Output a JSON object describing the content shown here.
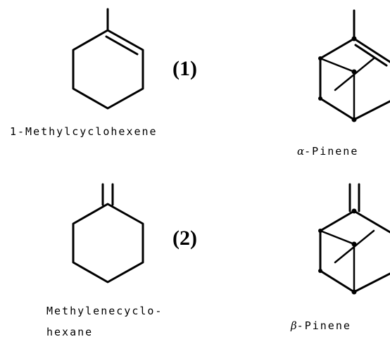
{
  "compounds": [
    {
      "name": "1-Methylcyclohexene",
      "tag": "(1)"
    },
    {
      "name": "Methylenecyclo-",
      "name_line2": "hexane",
      "tag": "(2)"
    },
    {
      "greek": "α",
      "name": "-Pinene"
    },
    {
      "greek": "β",
      "name": "-Pinene"
    }
  ]
}
